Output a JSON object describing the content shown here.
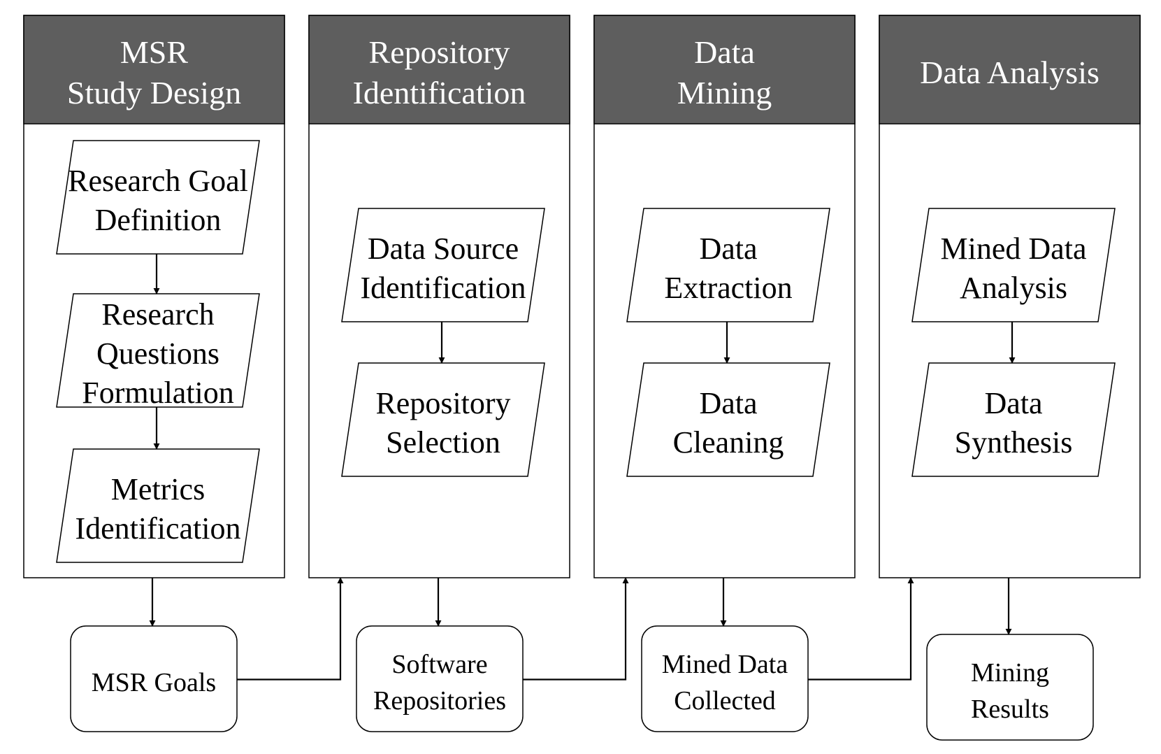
{
  "colors": {
    "header_fill": "#5e5e5e",
    "header_text": "#ffffff",
    "stroke": "#000000",
    "background": "#ffffff"
  },
  "stages": [
    {
      "header": [
        "MSR",
        "Study Design"
      ],
      "steps": [
        [
          "Research Goal",
          "Definition"
        ],
        [
          "Research",
          "Questions",
          "Formulation"
        ],
        [
          "Metrics",
          "Identification"
        ]
      ],
      "output": [
        "MSR Goals"
      ]
    },
    {
      "header": [
        "Repository",
        "Identification"
      ],
      "steps": [
        [
          "Data Source",
          "Identification"
        ],
        [
          "Repository",
          "Selection"
        ]
      ],
      "output": [
        "Software",
        "Repositories"
      ]
    },
    {
      "header": [
        "Data",
        "Mining"
      ],
      "steps": [
        [
          "Data",
          "Extraction"
        ],
        [
          "Data",
          "Cleaning"
        ]
      ],
      "output": [
        "Mined Data",
        "Collected"
      ]
    },
    {
      "header": [
        "Data Analysis"
      ],
      "steps": [
        [
          "Mined Data",
          "Analysis"
        ],
        [
          "Data",
          "Synthesis"
        ]
      ],
      "output": [
        "Mining",
        "Results"
      ]
    }
  ]
}
